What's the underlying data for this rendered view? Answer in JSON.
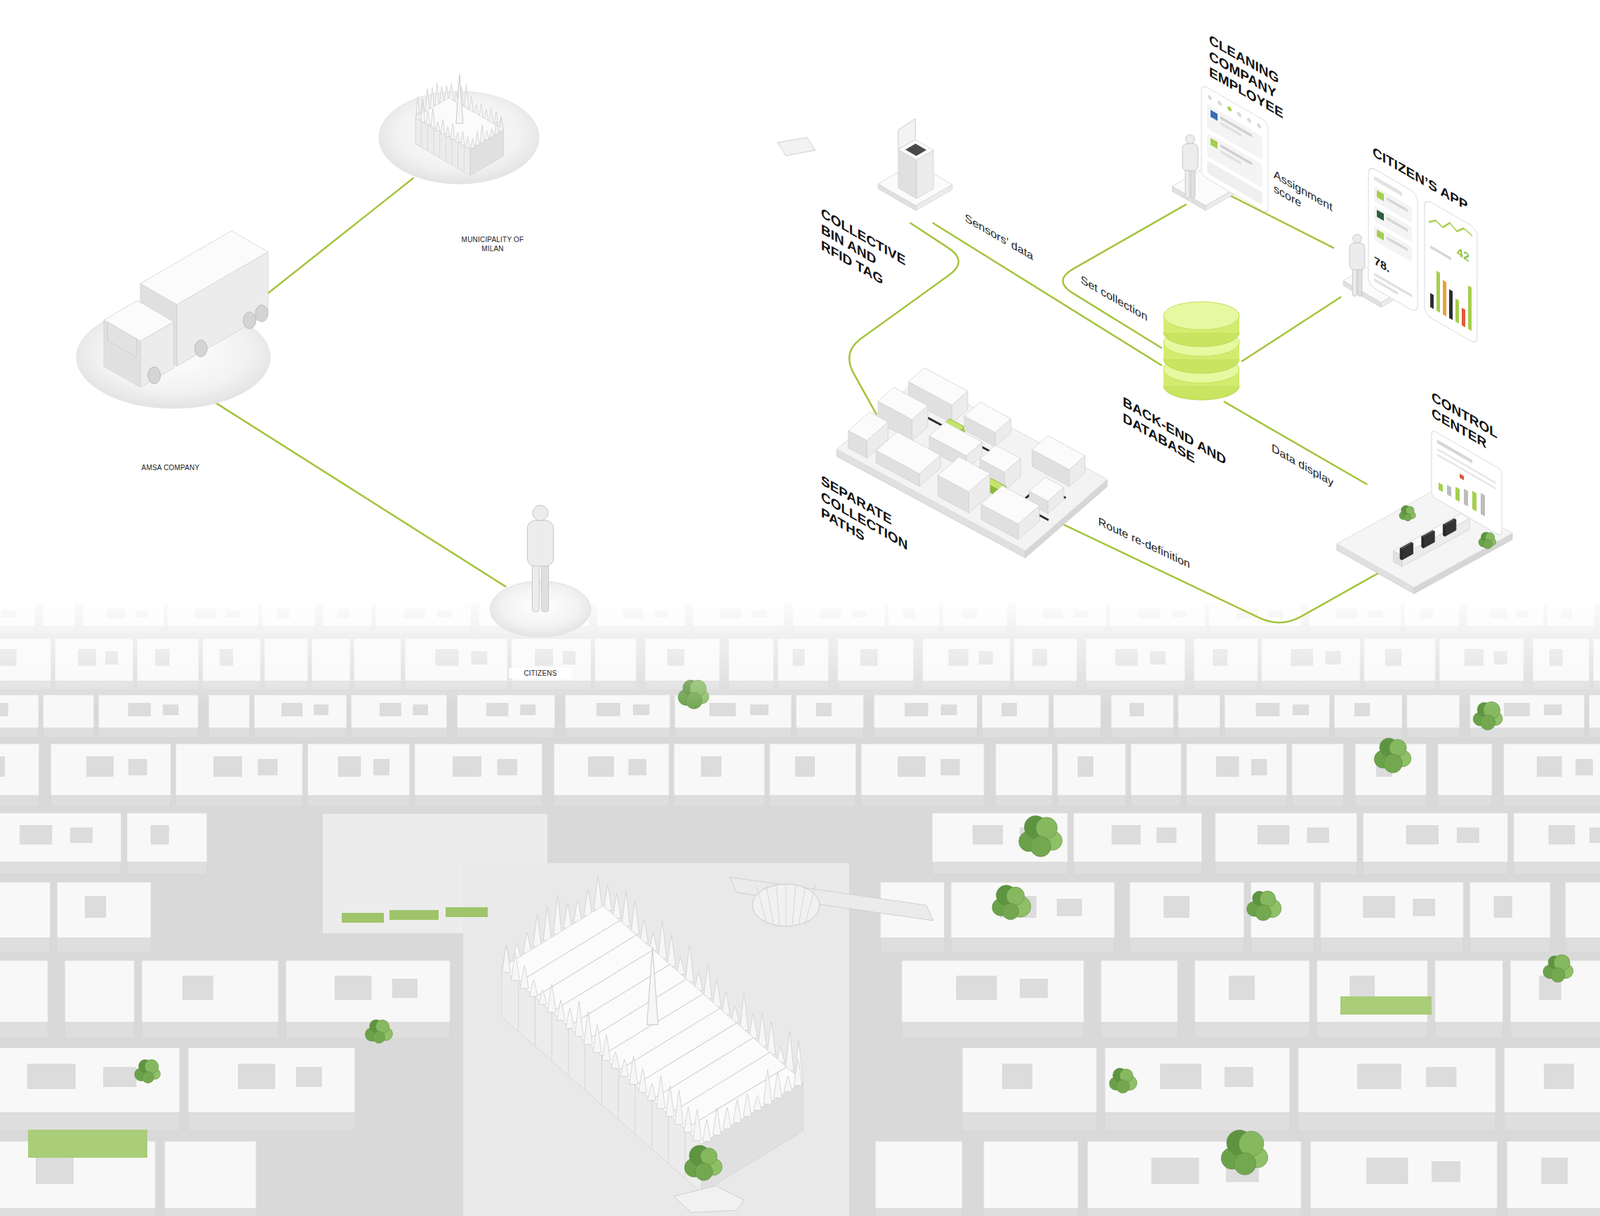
{
  "diagram": {
    "nodes": [
      {
        "text": [
          "MUNICIPALITY OF MILAN"
        ]
      },
      {
        "text": [
          "AMSA COMPANY"
        ]
      },
      {
        "text": [
          "CITIZENS"
        ]
      },
      {
        "text": [
          "COLLECTIVE BIN AND RFID TAG"
        ]
      },
      {
        "text": [
          "CLEANING COMPANY EMPLOYEE"
        ]
      },
      {
        "text": [
          "CITIZEN’S APP"
        ]
      },
      {
        "text": [
          "BACK-END AND DATABASE"
        ]
      },
      {
        "text": [
          "CONTROL CENTER"
        ]
      },
      {
        "text": [
          "SEPARATE COLLECTION PATHS"
        ]
      }
    ],
    "edges": [
      {
        "from": 0,
        "to": 1,
        "arrow": "none"
      },
      {
        "from": 1,
        "to": 2,
        "arrow": "none"
      },
      {
        "from": 3,
        "to": 6,
        "label": "Sensors’ data",
        "arrow": "none"
      },
      {
        "from": 4,
        "to": 6,
        "label": "Set collection",
        "arrow": "none"
      },
      {
        "from": 4,
        "to": 5,
        "label": "Assignment score",
        "arrow": "none"
      },
      {
        "from": 5,
        "to": 6,
        "arrow": "none"
      },
      {
        "from": 6,
        "to": 7,
        "label": "Data display",
        "arrow": "none"
      },
      {
        "from": 7,
        "to": 8,
        "label": "Route re-definition",
        "arrow": "none"
      },
      {
        "from": 3,
        "to": 8,
        "arrow": "none"
      }
    ],
    "labels": [
      "42",
      "78."
    ]
  }
}
